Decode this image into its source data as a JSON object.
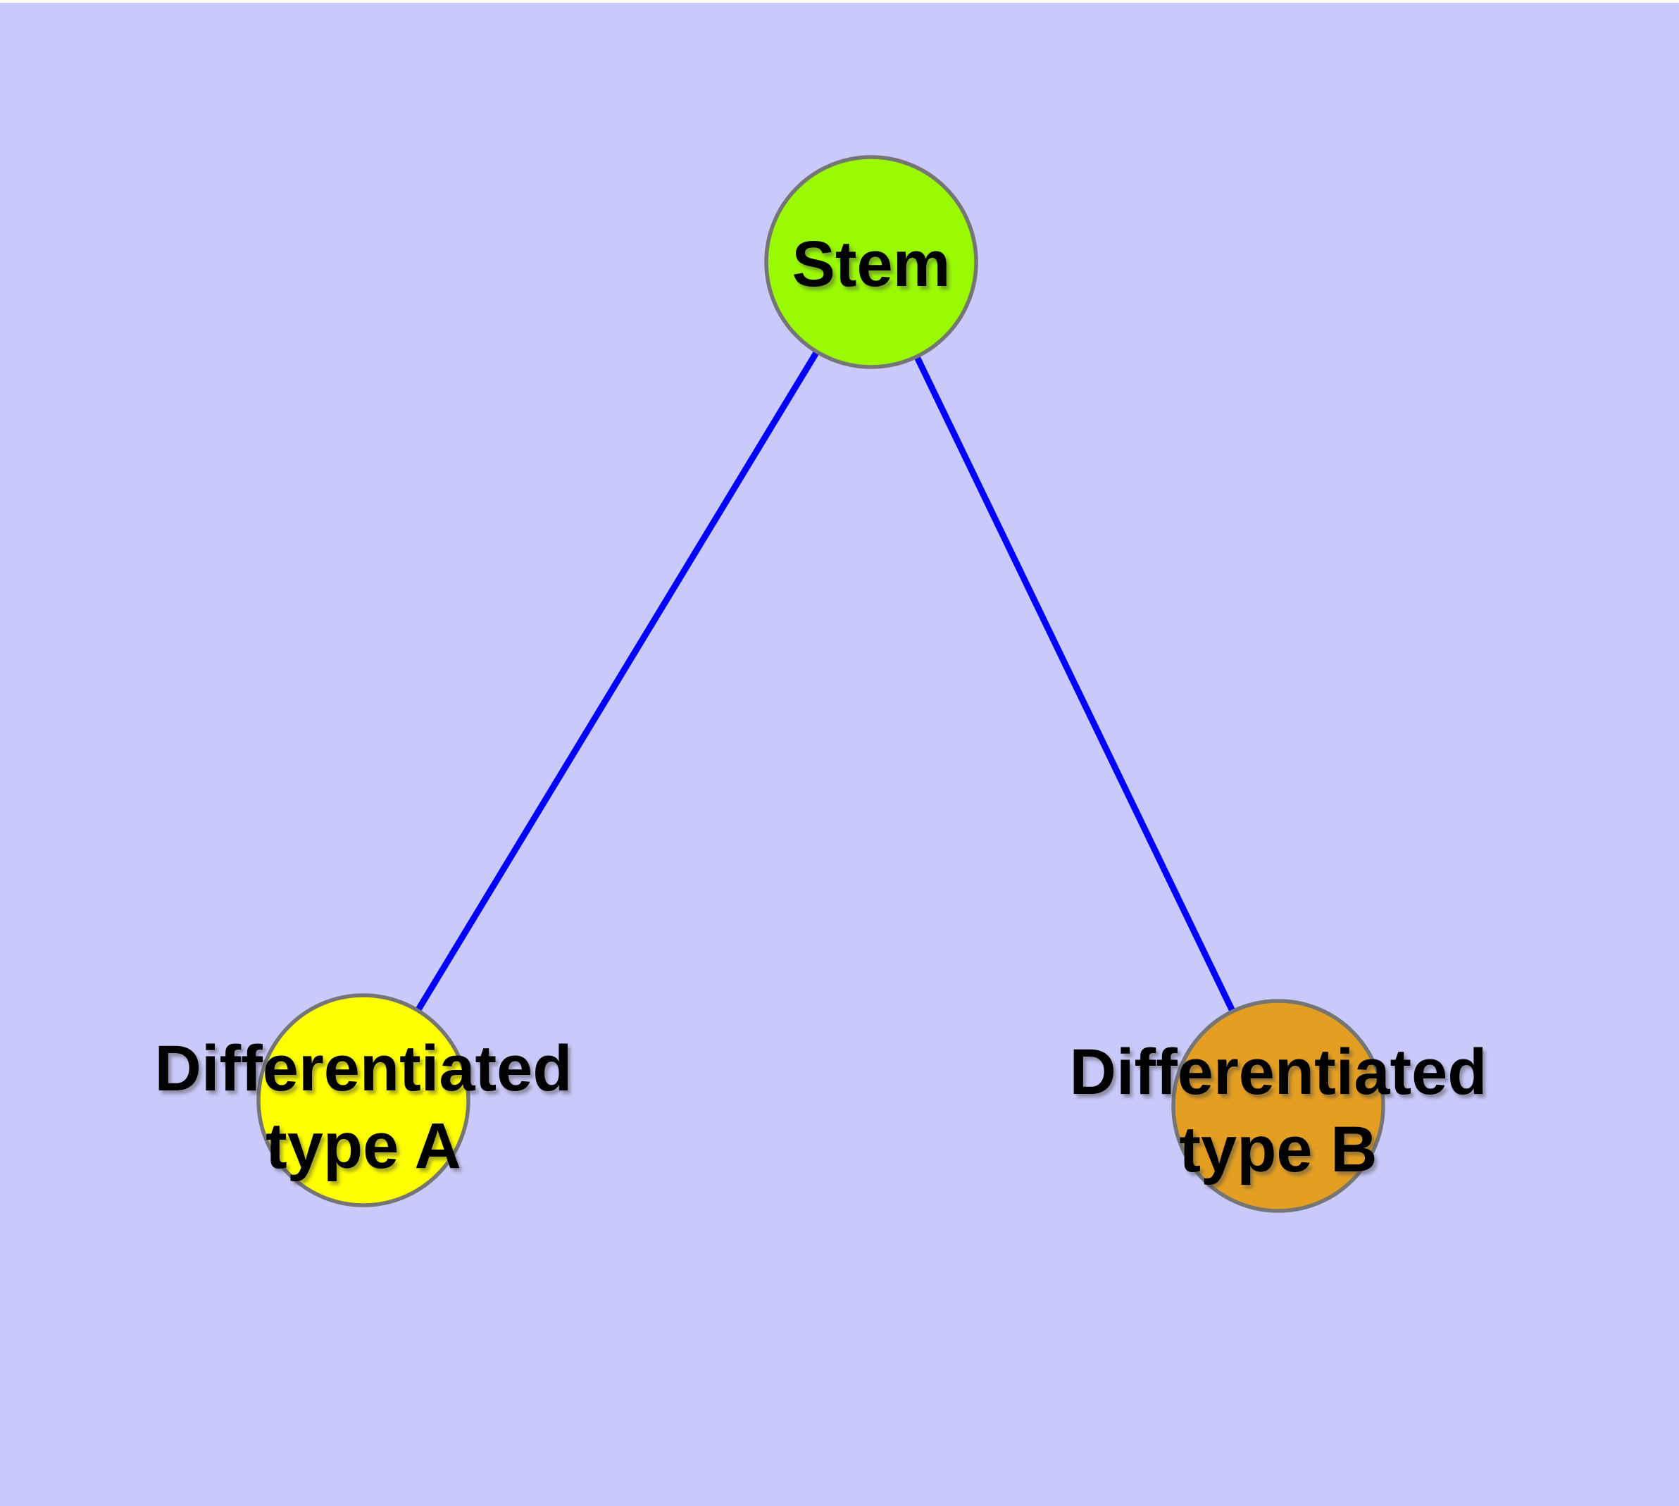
{
  "diagram": {
    "background_color": "#CACAFA",
    "top_margin_color": "#FFFFFF",
    "edge_color": "#0000FF",
    "node_border_color": "#757575",
    "text_color": "#000000",
    "nodes": [
      {
        "id": "stem",
        "label": "Stem",
        "fill": "#99FA04"
      },
      {
        "id": "differentiated-type-a",
        "label": "Differentiated type A",
        "label_line1": "Differentiated",
        "label_line2": "type A",
        "fill": "#FFFF00"
      },
      {
        "id": "differentiated-type-b",
        "label": "Differentiated type B",
        "label_line1": "Differentiated",
        "label_line2": "type B",
        "fill": "#E49F22"
      }
    ],
    "edges": [
      {
        "from": "stem",
        "to": "differentiated-type-a"
      },
      {
        "from": "stem",
        "to": "differentiated-type-b"
      }
    ]
  }
}
